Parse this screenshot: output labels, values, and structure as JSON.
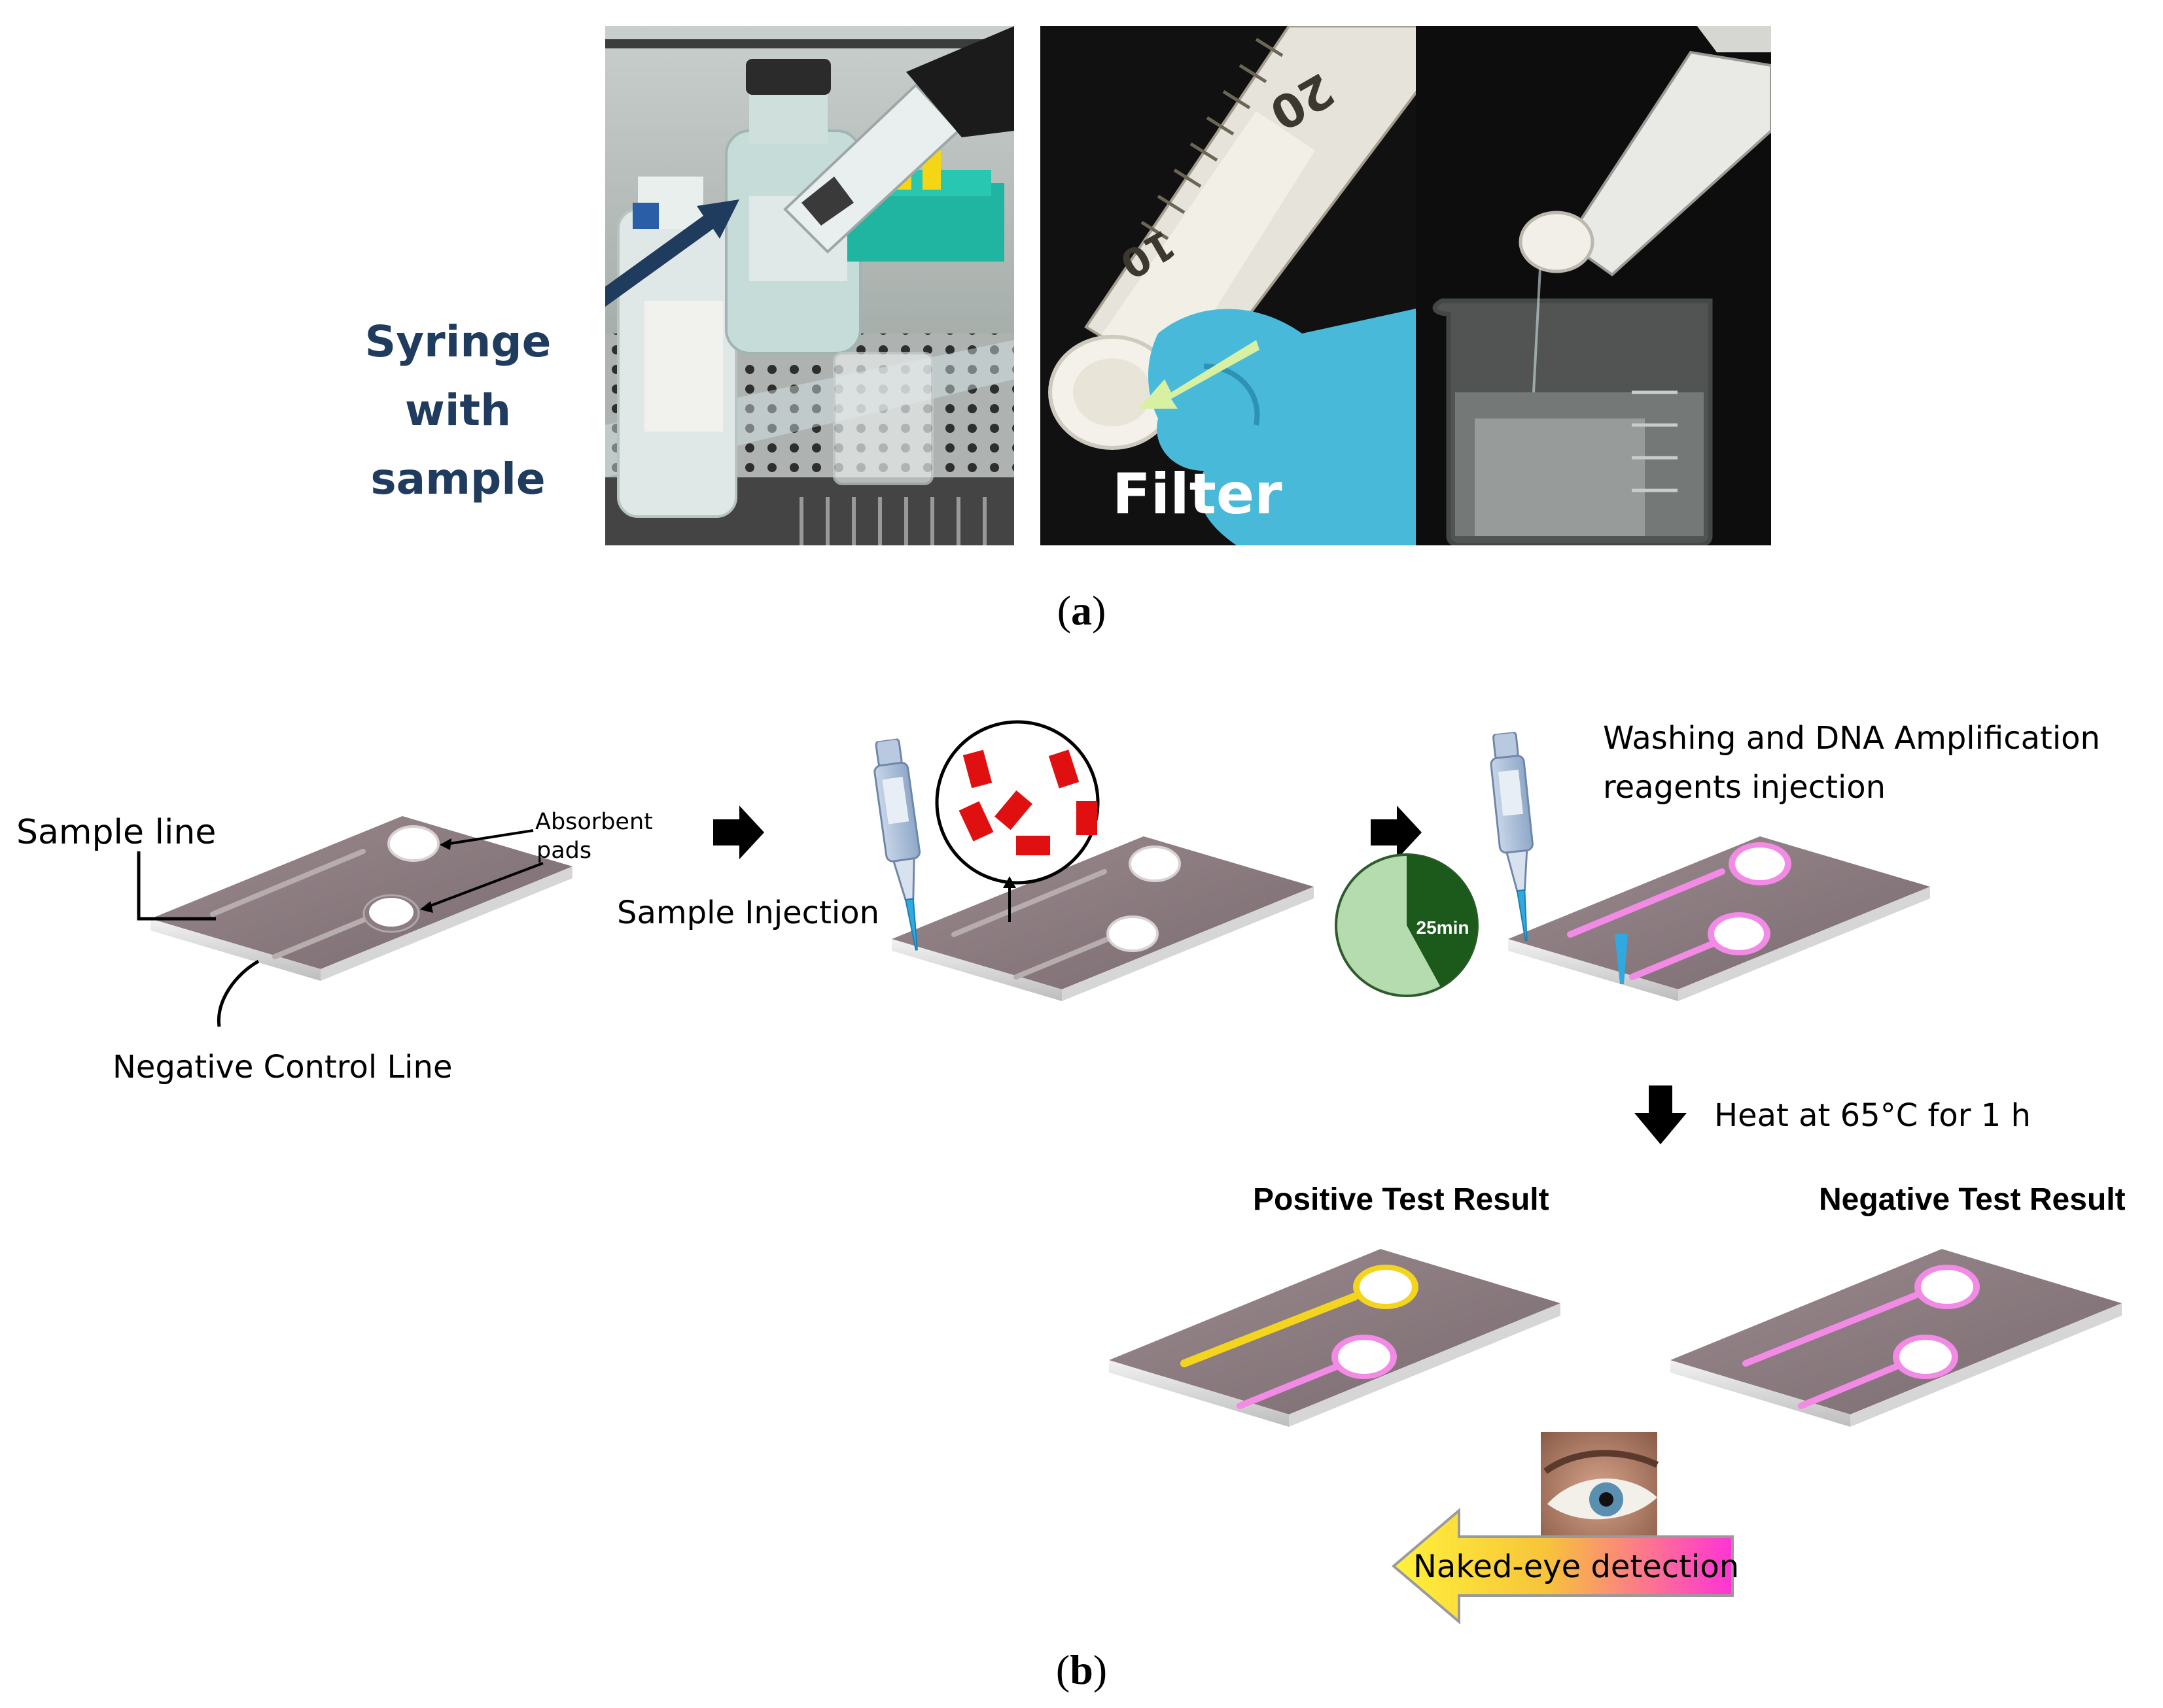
{
  "panel_a": {
    "caption_open": "(",
    "caption_letter": "a",
    "caption_close": ")",
    "syringe_label": [
      "Syringe",
      "with",
      "sample"
    ],
    "filter_label": "Filter",
    "syringe_marks": [
      "20",
      "10"
    ],
    "colors": {
      "label_blue": "#1f3b5e",
      "glove_black": "#1a1a1a",
      "glove_blue": "#49b9d9"
    }
  },
  "panel_b": {
    "caption_open": "(",
    "caption_letter": "b",
    "caption_close": ")",
    "sample_line": "Sample line",
    "absorbent_pads": [
      "Absorbent",
      "pads"
    ],
    "negative_control_line": "Negative Control Line",
    "sample_injection": "Sample Injection",
    "timer": "25min",
    "timer_fraction": 0.42,
    "washing": [
      "Washing and DNA Amplification",
      "reagents injection"
    ],
    "heat": "Heat at 65°C for 1 h",
    "positive_result": "Positive Test Result",
    "negative_result": "Negative Test Result",
    "naked_eye": "Naked-eye detection",
    "colors": {
      "chip": "#8c7b80",
      "channel_pink": "#f28ae6",
      "channel_yellow": "#f4d51e",
      "particles": "#e01010",
      "timer_dark": "#1c5a1c",
      "timer_light": "#b4dcae"
    }
  }
}
